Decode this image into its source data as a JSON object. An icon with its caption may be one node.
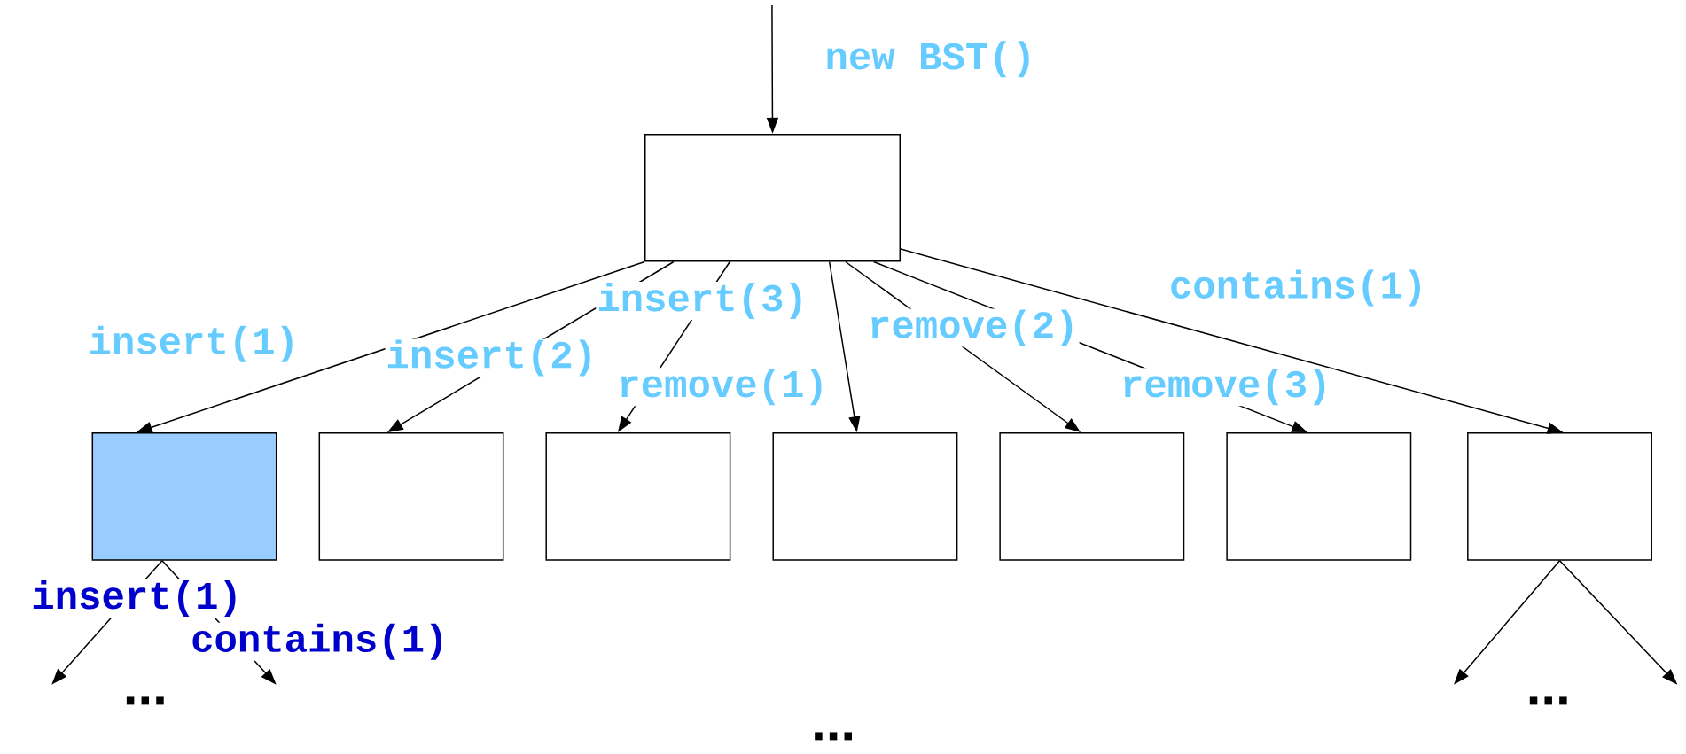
{
  "diagram": {
    "nodes": [
      {
        "text": [],
        "shape": "box"
      },
      {
        "text": [],
        "shape": "box"
      },
      {
        "text": [],
        "shape": "box"
      },
      {
        "text": [],
        "shape": "box"
      },
      {
        "text": [],
        "shape": "box"
      },
      {
        "text": [],
        "shape": "box"
      },
      {
        "text": [],
        "shape": "box"
      },
      {
        "text": [],
        "shape": "box"
      }
    ],
    "edges": [
      {
        "from": null,
        "to": 0,
        "arrow": "to",
        "label": "new BST()"
      },
      {
        "from": 0,
        "to": 1,
        "arrow": "to",
        "label": "insert(1)"
      },
      {
        "from": 0,
        "to": 2,
        "arrow": "to",
        "label": "insert(2)"
      },
      {
        "from": 0,
        "to": 3,
        "arrow": "to",
        "label": "insert(3)"
      },
      {
        "from": 0,
        "to": 4,
        "arrow": "to",
        "label": "remove(1)"
      },
      {
        "from": 0,
        "to": 5,
        "arrow": "to",
        "label": "remove(2)"
      },
      {
        "from": 0,
        "to": 6,
        "arrow": "to",
        "label": "remove(3)"
      },
      {
        "from": 0,
        "to": 7,
        "arrow": "to",
        "label": "contains(1)"
      },
      {
        "from": 1,
        "to": null,
        "arrow": "to",
        "label": "insert(1)"
      },
      {
        "from": 1,
        "to": null,
        "arrow": "to",
        "label": "contains(1)"
      },
      {
        "from": 7,
        "to": null,
        "arrow": "to"
      },
      {
        "from": 7,
        "to": null,
        "arrow": "to"
      }
    ],
    "labels": [
      "...",
      "...",
      "..."
    ]
  }
}
